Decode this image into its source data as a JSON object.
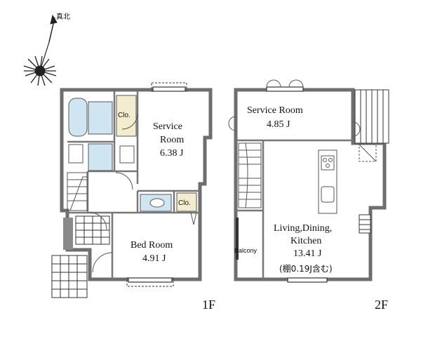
{
  "compass": {
    "north_label": "真北"
  },
  "floor1": {
    "floor_label": "1F",
    "rooms": {
      "service_room": {
        "name_line1": "Service",
        "name_line2": "Room",
        "area": "6.38 J"
      },
      "bed_room": {
        "name": "Bed Room",
        "area": "4.91 J"
      },
      "closet_upper": {
        "name": "Clo."
      },
      "closet_lower": {
        "name": "Clo."
      }
    }
  },
  "floor2": {
    "floor_label": "2F",
    "rooms": {
      "service_room": {
        "name": "Service Room",
        "area": "4.85 J"
      },
      "ldk": {
        "name_line1": "Living,Dining,",
        "name_line2": "Kitchen",
        "area": "13.41 J",
        "note": "(棚0.19J含む)"
      },
      "balcony": {
        "name": "Balcony"
      }
    }
  },
  "colors": {
    "wall": "#6e6e6e",
    "line": "#555555",
    "fixture": "#cfe5f2",
    "closet": "#f3eccf",
    "grey_tile": "#8a8a8a",
    "window": "#333333"
  }
}
